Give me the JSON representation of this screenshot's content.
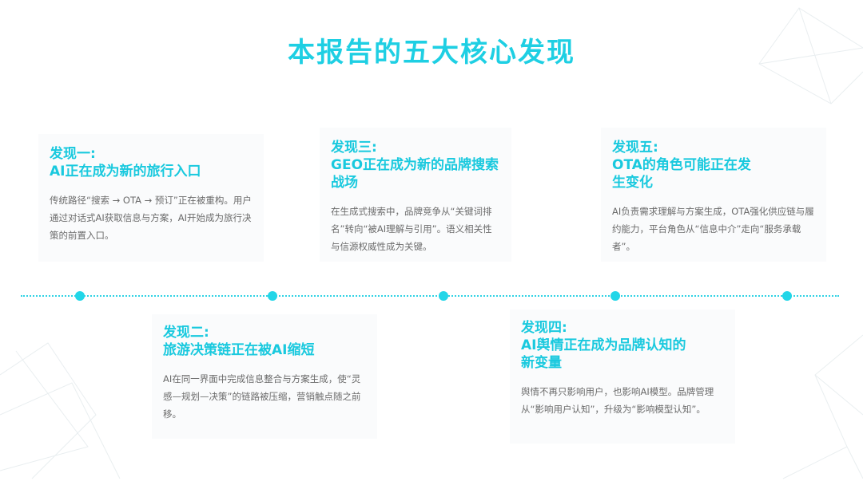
{
  "title": "本报告的五大核心发现",
  "findings": [
    {
      "label": "发现一:",
      "heading": "AI正在成为新的旅行入口",
      "body": "传统路径“搜索 → OTA → 预订”正在被重构。用户通过对话式AI获取信息与方案，AI开始成为旅行决策的前置入口。"
    },
    {
      "label": "发现二:",
      "heading": "旅游决策链正在被AI缩短",
      "body": "AI在同一界面中完成信息整合与方案生成，使“灵感—规划—决策”的链路被压缩，营销触点随之前移。"
    },
    {
      "label": "发现三:",
      "heading": "GEO正在成为新的品牌搜索战场",
      "body": "在生成式搜索中，品牌竞争从“关键词排名”转向“被AI理解与引用”。语义相关性与信源权威性成为关键。"
    },
    {
      "label": "发现四:",
      "heading": "AI舆情正在成为品牌认知的新变量",
      "body": "舆情不再只影响用户，也影响AI模型。品牌管理从“影响用户认知”，升级为“影响模型认知”。"
    },
    {
      "label": "发现五:",
      "heading": "OTA的角色可能正在发生变化",
      "body": "AI负责需求理解与方案生成，OTA强化供应链与履约能力，平台角色从“信息中介”走向“服务承载者”。"
    }
  ],
  "colors": {
    "accent": "#1ecfe3",
    "text": "#6b6b6b"
  }
}
